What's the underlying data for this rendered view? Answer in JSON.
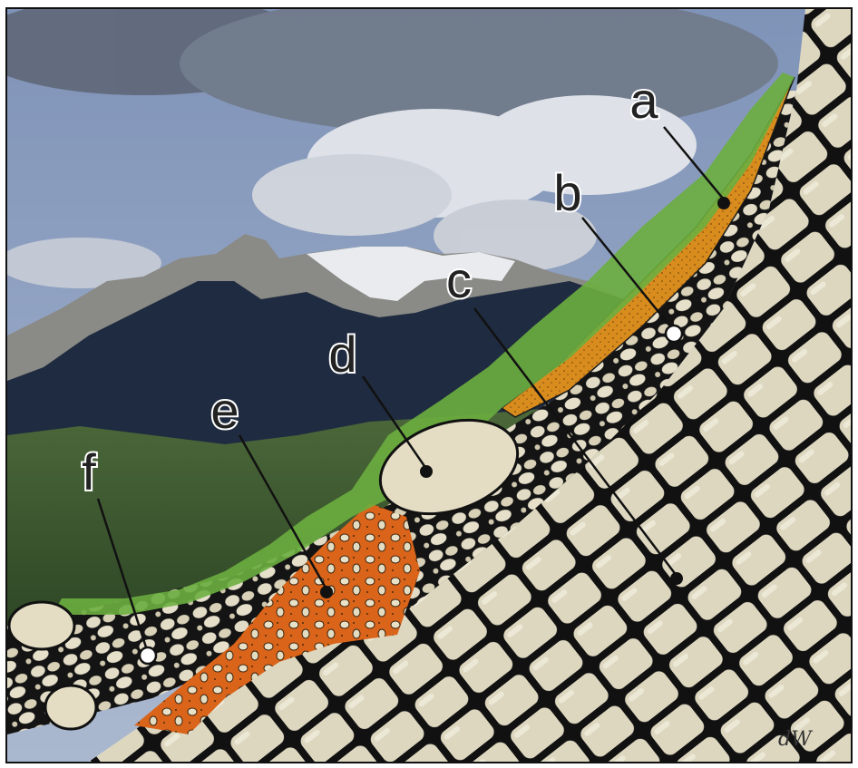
{
  "figure": {
    "labels": [
      {
        "id": "a",
        "text": "a"
      },
      {
        "id": "b",
        "text": "b"
      },
      {
        "id": "c",
        "text": "c"
      },
      {
        "id": "d",
        "text": "d"
      },
      {
        "id": "e",
        "text": "e"
      },
      {
        "id": "f",
        "text": "f"
      }
    ],
    "signature": "dW",
    "colors": {
      "sky": "#8fa3c4",
      "cloud": "#e4e6ea",
      "mountain_dark": "#1e2a3e",
      "forest": "#3f5a2f",
      "grass": "#6cae3f",
      "soil_a": "#d98c1e",
      "soil_e": "#d9641a",
      "rock": "#ddd7c0",
      "crack": "#111111"
    }
  }
}
